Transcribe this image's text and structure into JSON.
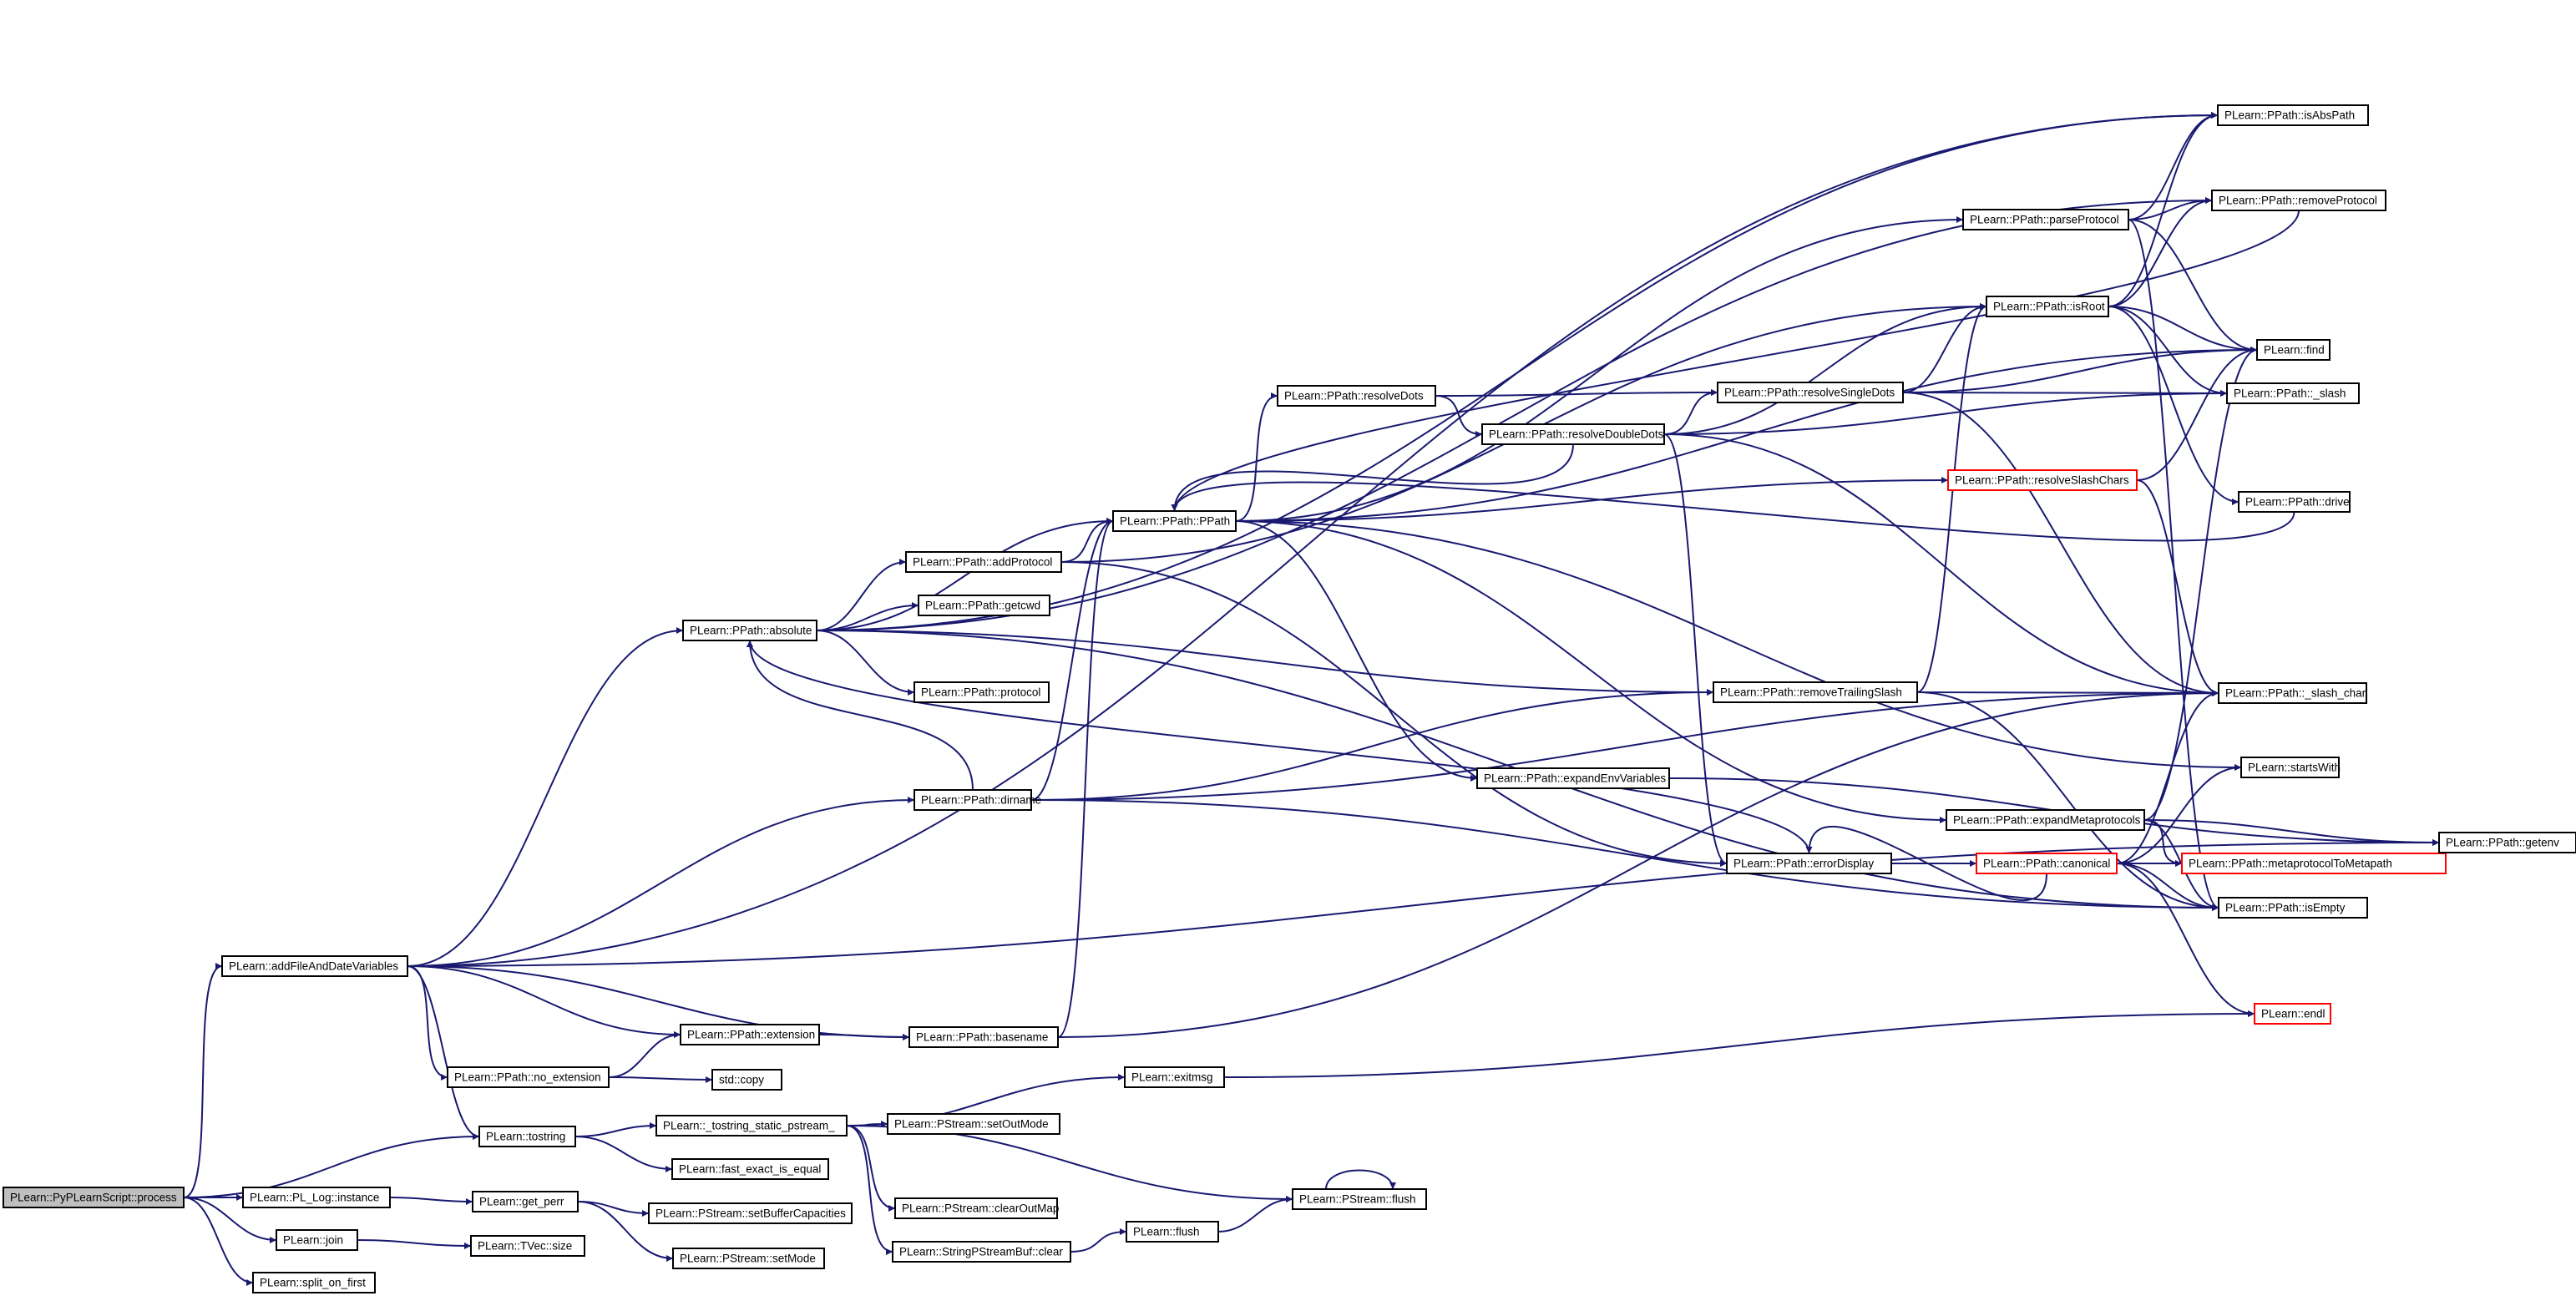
{
  "colors": {
    "edge": "#191970",
    "border_normal": "#000000",
    "border_truncated": "#ff0000",
    "fill_root": "#bfbfbf",
    "fill_normal": "#ffffff"
  },
  "nodes": [
    {
      "id": "process",
      "label": "PLearn::PyPLearnScript::process",
      "style": "root"
    },
    {
      "id": "addFile",
      "label": "PLearn::addFileAndDateVariables",
      "style": "normal"
    },
    {
      "id": "PL_Log",
      "label": "PLearn::PL_Log::instance",
      "style": "normal"
    },
    {
      "id": "join",
      "label": "PLearn::join",
      "style": "normal"
    },
    {
      "id": "split",
      "label": "PLearn::split_on_first",
      "style": "normal"
    },
    {
      "id": "tostring",
      "label": "PLearn::tostring",
      "style": "normal"
    },
    {
      "id": "absolute",
      "label": "PLearn::PPath::absolute",
      "style": "normal"
    },
    {
      "id": "dirname",
      "label": "PLearn::PPath::dirname",
      "style": "normal"
    },
    {
      "id": "extension",
      "label": "PLearn::PPath::extension",
      "style": "normal"
    },
    {
      "id": "no_extension",
      "label": "PLearn::PPath::no_extension",
      "style": "normal"
    },
    {
      "id": "basename",
      "label": "PLearn::PPath::basename",
      "style": "normal"
    },
    {
      "id": "stdcopy",
      "label": "std::copy",
      "style": "normal"
    },
    {
      "id": "tostring_static",
      "label": "PLearn::_tostring_static_pstream_",
      "style": "normal"
    },
    {
      "id": "fast_exact",
      "label": "PLearn::fast_exact_is_equal",
      "style": "normal"
    },
    {
      "id": "get_perr",
      "label": "PLearn::get_perr",
      "style": "normal"
    },
    {
      "id": "TVecsize",
      "label": "PLearn::TVec::size",
      "style": "normal"
    },
    {
      "id": "setBuffer",
      "label": "PLearn::PStream::setBufferCapacities",
      "style": "normal"
    },
    {
      "id": "setMode",
      "label": "PLearn::PStream::setMode",
      "style": "normal"
    },
    {
      "id": "setOutMode",
      "label": "PLearn::PStream::setOutMode",
      "style": "normal"
    },
    {
      "id": "clearOutMap",
      "label": "PLearn::PStream::clearOutMap",
      "style": "normal"
    },
    {
      "id": "spsbclear",
      "label": "PLearn::StringPStreamBuf::clear",
      "style": "normal"
    },
    {
      "id": "flush",
      "label": "PLearn::flush",
      "style": "normal"
    },
    {
      "id": "psflush",
      "label": "PLearn::PStream::flush",
      "style": "normal"
    },
    {
      "id": "exitmsg",
      "label": "PLearn::exitmsg",
      "style": "normal"
    },
    {
      "id": "addProtocol",
      "label": "PLearn::PPath::addProtocol",
      "style": "normal"
    },
    {
      "id": "getcwd",
      "label": "PLearn::PPath::getcwd",
      "style": "normal"
    },
    {
      "id": "protocol",
      "label": "PLearn::PPath::protocol",
      "style": "normal"
    },
    {
      "id": "PPath",
      "label": "PLearn::PPath::PPath",
      "style": "normal"
    },
    {
      "id": "resolveDots",
      "label": "PLearn::PPath::resolveDots",
      "style": "normal"
    },
    {
      "id": "resolveDoubleDots",
      "label": "PLearn::PPath::resolveDoubleDots",
      "style": "normal"
    },
    {
      "id": "resolveSingleDots",
      "label": "PLearn::PPath::resolveSingleDots",
      "style": "normal"
    },
    {
      "id": "removeTrailingSlash",
      "label": "PLearn::PPath::removeTrailingSlash",
      "style": "normal"
    },
    {
      "id": "expandEnv",
      "label": "PLearn::PPath::expandEnvVariables",
      "style": "normal"
    },
    {
      "id": "errorDisplay",
      "label": "PLearn::PPath::errorDisplay",
      "style": "normal"
    },
    {
      "id": "parseProtocol",
      "label": "PLearn::PPath::parseProtocol",
      "style": "normal"
    },
    {
      "id": "isRoot",
      "label": "PLearn::PPath::isRoot",
      "style": "normal"
    },
    {
      "id": "resolveSlashChars",
      "label": "PLearn::PPath::resolveSlashChars",
      "style": "truncated"
    },
    {
      "id": "expandMeta",
      "label": "PLearn::PPath::expandMetaprotocols",
      "style": "normal"
    },
    {
      "id": "canonical",
      "label": "PLearn::PPath::canonical",
      "style": "truncated"
    },
    {
      "id": "isAbsPath",
      "label": "PLearn::PPath::isAbsPath",
      "style": "normal"
    },
    {
      "id": "removeProtocol",
      "label": "PLearn::PPath::removeProtocol",
      "style": "normal"
    },
    {
      "id": "find",
      "label": "PLearn::find",
      "style": "normal"
    },
    {
      "id": "_slash",
      "label": "PLearn::PPath::_slash",
      "style": "normal"
    },
    {
      "id": "drive",
      "label": "PLearn::PPath::drive",
      "style": "normal"
    },
    {
      "id": "_slash_char",
      "label": "PLearn::PPath::_slash_char",
      "style": "normal"
    },
    {
      "id": "startsWith",
      "label": "PLearn::startsWith",
      "style": "normal"
    },
    {
      "id": "metaToMeta",
      "label": "PLearn::PPath::metaprotocolToMetapath",
      "style": "truncated"
    },
    {
      "id": "isEmpty",
      "label": "PLearn::PPath::isEmpty",
      "style": "normal"
    },
    {
      "id": "endl",
      "label": "PLearn::endl",
      "style": "truncated"
    },
    {
      "id": "getenv",
      "label": "PLearn::PPath::getenv",
      "style": "normal"
    }
  ],
  "edges": [
    [
      "process",
      "addFile"
    ],
    [
      "process",
      "tostring"
    ],
    [
      "process",
      "PL_Log"
    ],
    [
      "process",
      "join"
    ],
    [
      "process",
      "split"
    ],
    [
      "addFile",
      "absolute"
    ],
    [
      "addFile",
      "dirname"
    ],
    [
      "addFile",
      "extension"
    ],
    [
      "addFile",
      "no_extension"
    ],
    [
      "addFile",
      "basename"
    ],
    [
      "addFile",
      "tostring"
    ],
    [
      "addFile",
      "isAbsPath"
    ],
    [
      "addFile",
      "getenv"
    ],
    [
      "PL_Log",
      "get_perr"
    ],
    [
      "join",
      "TVecsize"
    ],
    [
      "tostring",
      "tostring_static"
    ],
    [
      "tostring",
      "fast_exact"
    ],
    [
      "get_perr",
      "setBuffer"
    ],
    [
      "get_perr",
      "setMode"
    ],
    [
      "tostring_static",
      "exitmsg"
    ],
    [
      "tostring_static",
      "setOutMode"
    ],
    [
      "tostring_static",
      "psflush"
    ],
    [
      "tostring_static",
      "clearOutMap"
    ],
    [
      "tostring_static",
      "spsbclear"
    ],
    [
      "spsbclear",
      "flush"
    ],
    [
      "flush",
      "psflush"
    ],
    [
      "psflush",
      "psflush"
    ],
    [
      "exitmsg",
      "endl"
    ],
    [
      "no_extension",
      "extension"
    ],
    [
      "no_extension",
      "stdcopy"
    ],
    [
      "extension",
      "basename"
    ],
    [
      "basename",
      "PPath"
    ],
    [
      "basename",
      "_slash_char"
    ],
    [
      "dirname",
      "absolute"
    ],
    [
      "dirname",
      "PPath"
    ],
    [
      "dirname",
      "removeTrailingSlash"
    ],
    [
      "dirname",
      "_slash_char"
    ],
    [
      "dirname",
      "isEmpty"
    ],
    [
      "absolute",
      "addProtocol"
    ],
    [
      "absolute",
      "getcwd"
    ],
    [
      "absolute",
      "protocol"
    ],
    [
      "absolute",
      "PPath"
    ],
    [
      "absolute",
      "removeTrailingSlash"
    ],
    [
      "absolute",
      "isAbsPath"
    ],
    [
      "absolute",
      "removeProtocol"
    ],
    [
      "absolute",
      "isEmpty"
    ],
    [
      "addProtocol",
      "PPath"
    ],
    [
      "addProtocol",
      "isRoot"
    ],
    [
      "addProtocol",
      "errorDisplay"
    ],
    [
      "PPath",
      "resolveDots"
    ],
    [
      "PPath",
      "expandEnv"
    ],
    [
      "PPath",
      "parseProtocol"
    ],
    [
      "PPath",
      "resolveSlashChars"
    ],
    [
      "PPath",
      "expandMeta"
    ],
    [
      "PPath",
      "startsWith"
    ],
    [
      "PPath",
      "find"
    ],
    [
      "resolveDots",
      "resolveDoubleDots"
    ],
    [
      "resolveDots",
      "resolveSingleDots"
    ],
    [
      "resolveDoubleDots",
      "PPath"
    ],
    [
      "resolveDoubleDots",
      "resolveSingleDots"
    ],
    [
      "resolveDoubleDots",
      "isRoot"
    ],
    [
      "resolveDoubleDots",
      "_slash"
    ],
    [
      "resolveDoubleDots",
      "_slash_char"
    ],
    [
      "resolveDoubleDots",
      "errorDisplay"
    ],
    [
      "resolveSingleDots",
      "isRoot"
    ],
    [
      "resolveSingleDots",
      "find"
    ],
    [
      "resolveSingleDots",
      "_slash"
    ],
    [
      "resolveSingleDots",
      "_slash_char"
    ],
    [
      "removeTrailingSlash",
      "isRoot"
    ],
    [
      "removeTrailingSlash",
      "_slash_char"
    ],
    [
      "removeTrailingSlash",
      "isEmpty"
    ],
    [
      "expandEnv",
      "getenv"
    ],
    [
      "errorDisplay",
      "absolute"
    ],
    [
      "errorDisplay",
      "canonical"
    ],
    [
      "parseProtocol",
      "isAbsPath"
    ],
    [
      "parseProtocol",
      "removeProtocol"
    ],
    [
      "parseProtocol",
      "find"
    ],
    [
      "parseProtocol",
      "isEmpty"
    ],
    [
      "isRoot",
      "isAbsPath"
    ],
    [
      "isRoot",
      "removeProtocol"
    ],
    [
      "isRoot",
      "find"
    ],
    [
      "isRoot",
      "_slash"
    ],
    [
      "isRoot",
      "drive"
    ],
    [
      "removeProtocol",
      "PPath"
    ],
    [
      "drive",
      "PPath"
    ],
    [
      "resolveSlashChars",
      "find"
    ],
    [
      "resolveSlashChars",
      "_slash_char"
    ],
    [
      "expandMeta",
      "find"
    ],
    [
      "expandMeta",
      "getenv"
    ],
    [
      "expandMeta",
      "isEmpty"
    ],
    [
      "expandMeta",
      "metaToMeta"
    ],
    [
      "canonical",
      "errorDisplay"
    ],
    [
      "canonical",
      "_slash_char"
    ],
    [
      "canonical",
      "startsWith"
    ],
    [
      "canonical",
      "metaToMeta"
    ],
    [
      "canonical",
      "isEmpty"
    ],
    [
      "canonical",
      "endl"
    ]
  ]
}
